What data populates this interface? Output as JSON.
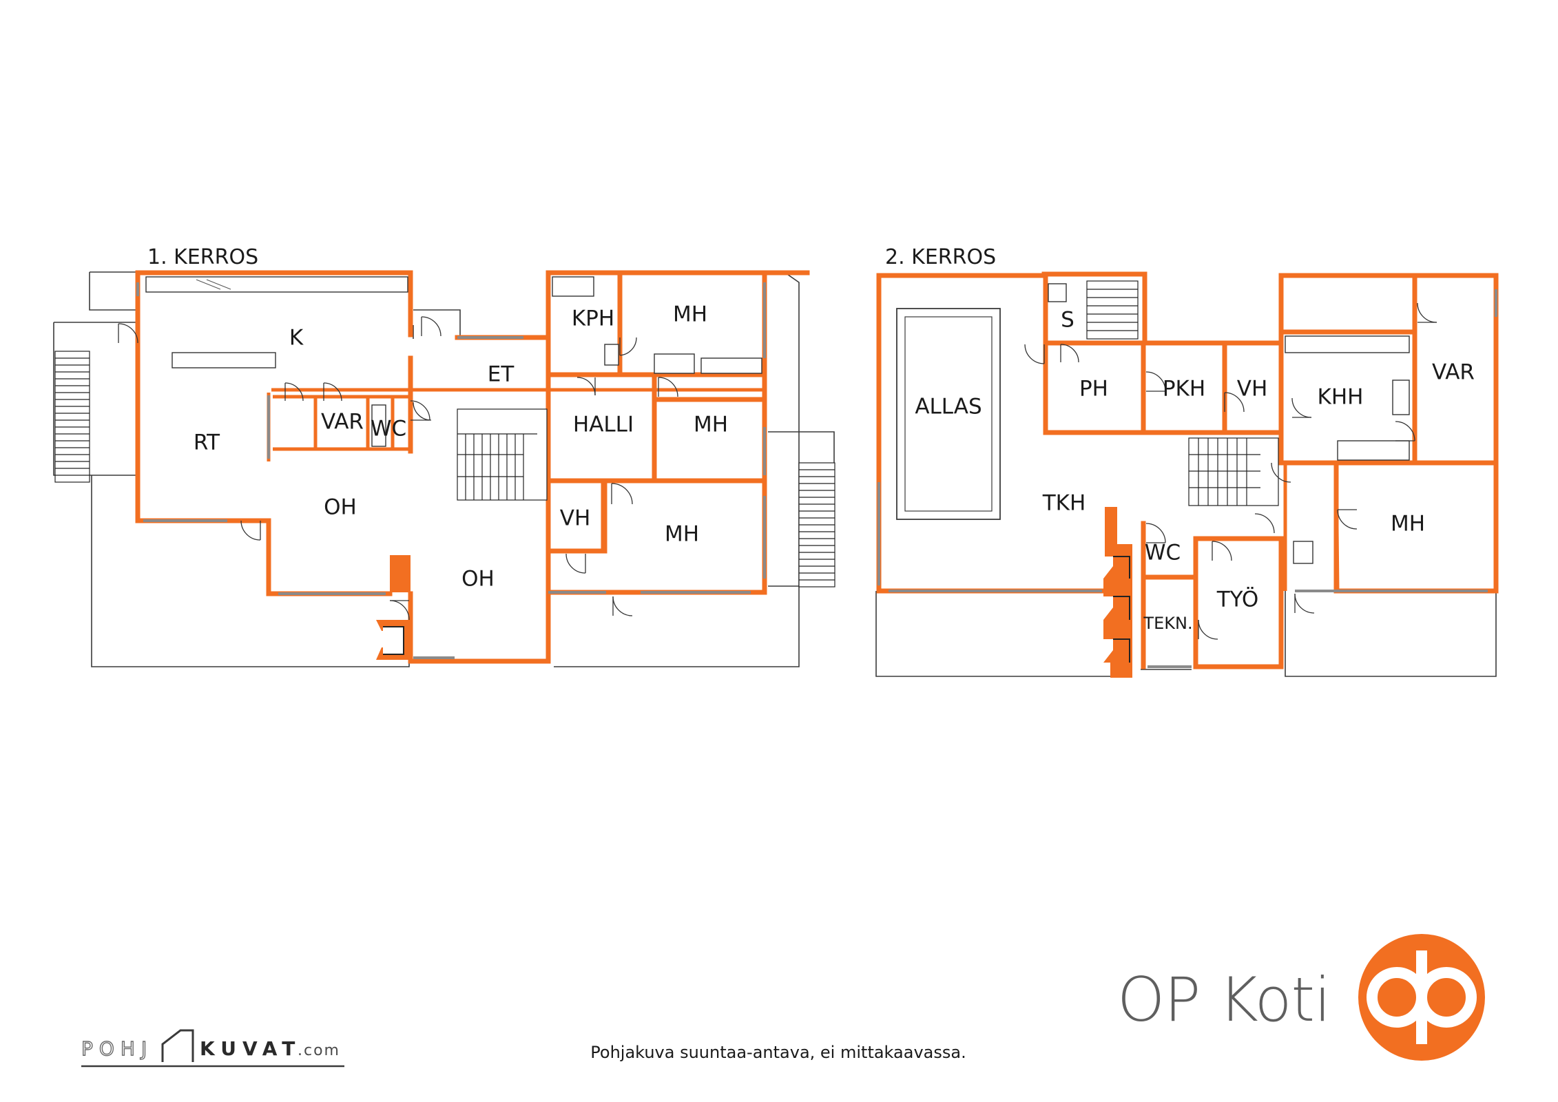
{
  "floors": [
    {
      "title": "1. KERROS",
      "rooms": [
        "K",
        "RT",
        "VAR",
        "WC",
        "OH",
        "OH",
        "ET",
        "KPH",
        "MH",
        "HALLI",
        "MH",
        "VH",
        "MH"
      ]
    },
    {
      "title": "2. KERROS",
      "rooms": [
        "S",
        "ALLAS",
        "PH",
        "PKH",
        "VH",
        "KHH",
        "VAR",
        "TKH",
        "WC",
        "TYÖ",
        "TEKN.",
        "MH"
      ]
    }
  ],
  "footer": {
    "disclaimer": "Pohjakuva suuntaa-antava, ei mittakaavassa.",
    "watermark_left": "POHJ",
    "watermark_right": "KUVAT",
    "watermark_suffix": ".com"
  },
  "brand": {
    "name": "OP Koti",
    "color": "#f26f21"
  },
  "colors": {
    "wall": "#f26f21",
    "window": "#8a8a8a",
    "outline": "#3a3a3a"
  }
}
